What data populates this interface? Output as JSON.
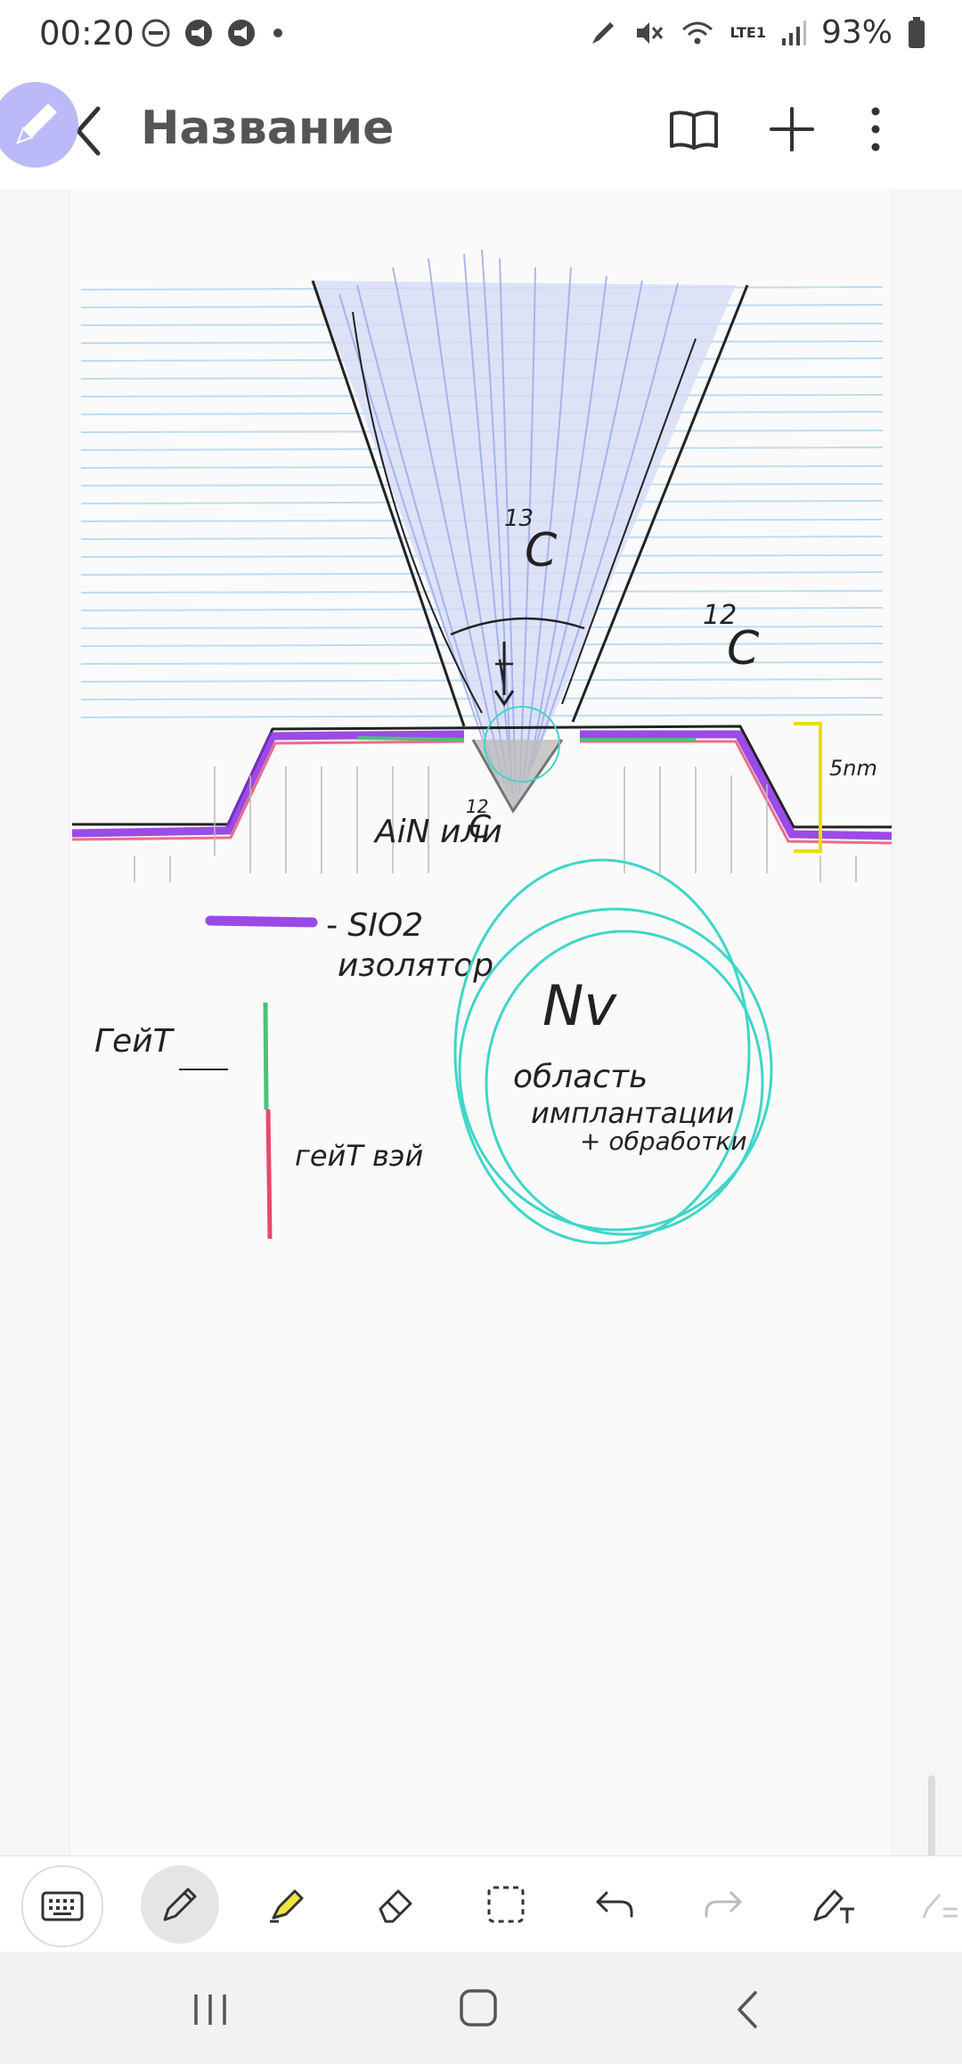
{
  "status": {
    "time": "00:20",
    "battery": "93%",
    "network": "LTE1",
    "icons": [
      "dnd-icon",
      "notification-icon",
      "notification-icon",
      "dot-icon",
      "pen-icon",
      "mute-icon",
      "wifi-icon",
      "signal-icon",
      "battery-icon"
    ]
  },
  "header": {
    "title": "Название",
    "buttons": [
      "book-icon",
      "add-icon",
      "more-icon"
    ]
  },
  "note": {
    "labels": {
      "c13_sup": "13",
      "c13": "C",
      "c12_sup": "12",
      "c12": "C",
      "substrate": "AiN или",
      "substrate_sup": "12",
      "substrate_c": "C",
      "scale": "5nm",
      "legend_sio2": "- SIO2",
      "legend_isolator": "изолятор",
      "legend_gate": "ГейТ",
      "legend_gatevey": "гейТ вэй",
      "nv": "Nv",
      "region_line1": "область",
      "region_line2": "имплантации",
      "region_line3": "+ обработки"
    }
  },
  "toolbar": {
    "tools": [
      "keyboard-icon",
      "pen-icon",
      "highlighter-icon",
      "eraser-icon",
      "selection-icon",
      "undo-icon",
      "redo-icon",
      "text-pen-icon",
      "more-tools-icon"
    ]
  },
  "colors": {
    "accent": "#b5b2f8",
    "sky": "#a9d3f0",
    "cone": "#9aa8e8",
    "purple": "#8a2be2",
    "pink": "#e84a6a",
    "green": "#4ec07a",
    "yellow": "#e6e000",
    "teal": "#3fd6c8"
  }
}
